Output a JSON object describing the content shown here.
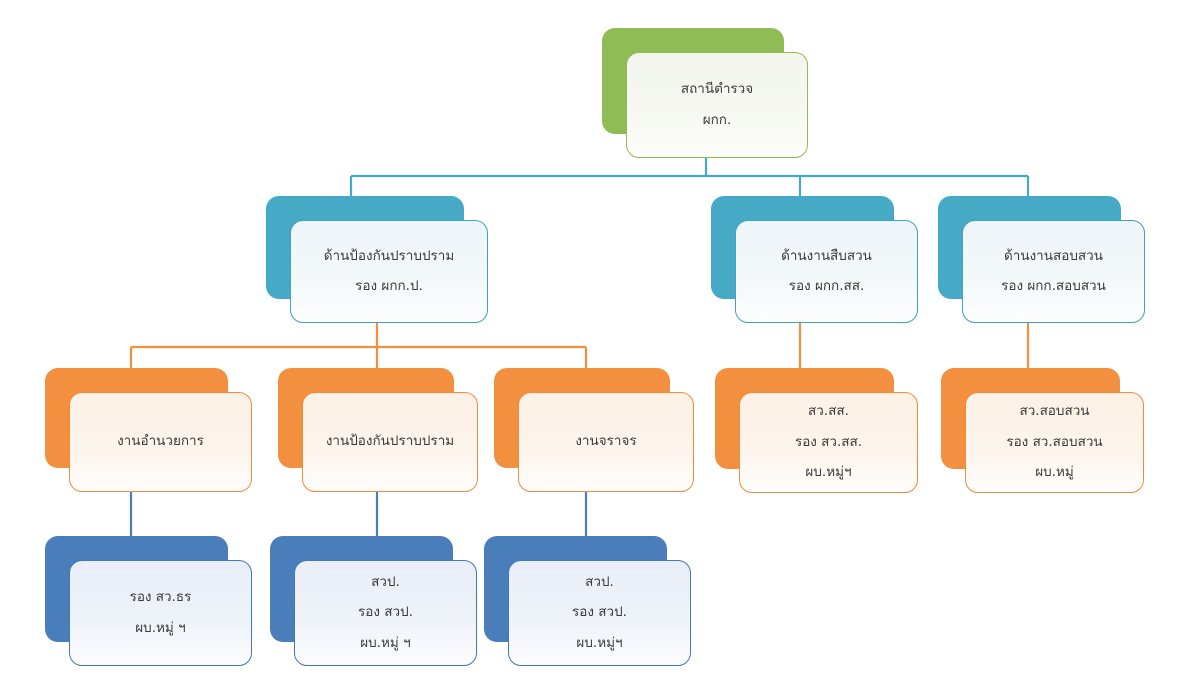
{
  "chart": {
    "type": "org-chart",
    "title": "สถานีตำรวจ",
    "background_color": "#ffffff",
    "levels": [
      {
        "level": 1,
        "accent_color": "#8FBC55",
        "nodes": [
          {
            "id": "root",
            "lines": [
              "สถานีตำรวจ",
              "ผกก."
            ]
          }
        ]
      },
      {
        "level": 2,
        "accent_color": "#46A9C5",
        "nodes": [
          {
            "id": "prevention-branch",
            "lines": [
              "ด้านป้องกันปราบปราม",
              "รอง ผกก.ป."
            ]
          },
          {
            "id": "investigation-branch",
            "lines": [
              "ด้านงานสืบสวน",
              "รอง ผกก.สส."
            ]
          },
          {
            "id": "inquiry-branch",
            "lines": [
              "ด้านงานสอบสวน",
              "รอง ผกก.สอบสวน"
            ]
          }
        ]
      },
      {
        "level": 3,
        "accent_color": "#F2903F",
        "nodes": [
          {
            "id": "admin-section",
            "lines": [
              "งานอำนวยการ"
            ]
          },
          {
            "id": "prevention-section",
            "lines": [
              "งานป้องกันปราบปราม"
            ]
          },
          {
            "id": "traffic-section",
            "lines": [
              "งานจราจร"
            ]
          },
          {
            "id": "investigation-officers",
            "lines": [
              "สว.สส.",
              "รอง สว.สส.",
              "ผบ.หมู่ฯ"
            ]
          },
          {
            "id": "inquiry-officers",
            "lines": [
              "สว.สอบสวน",
              "รอง สว.สอบสวน",
              "ผบ.หมู่"
            ]
          }
        ]
      },
      {
        "level": 4,
        "accent_color": "#4A7EBB",
        "nodes": [
          {
            "id": "admin-officers",
            "lines": [
              "รอง สว.ธร",
              "ผบ.หมู่ ฯ"
            ]
          },
          {
            "id": "prevention-officers",
            "lines": [
              "สวป.",
              "รอง สวป.",
              "ผบ.หมู่ ฯ"
            ]
          },
          {
            "id": "traffic-officers",
            "lines": [
              "สวป.",
              "รอง สวป.",
              "ผบ.หมู่ฯ"
            ]
          }
        ]
      }
    ],
    "connector_colors": {
      "root_to_level2": "#46A9C5",
      "level2_to_level3": "#F2903F",
      "level3_to_level4": "#4A7EBB"
    }
  }
}
